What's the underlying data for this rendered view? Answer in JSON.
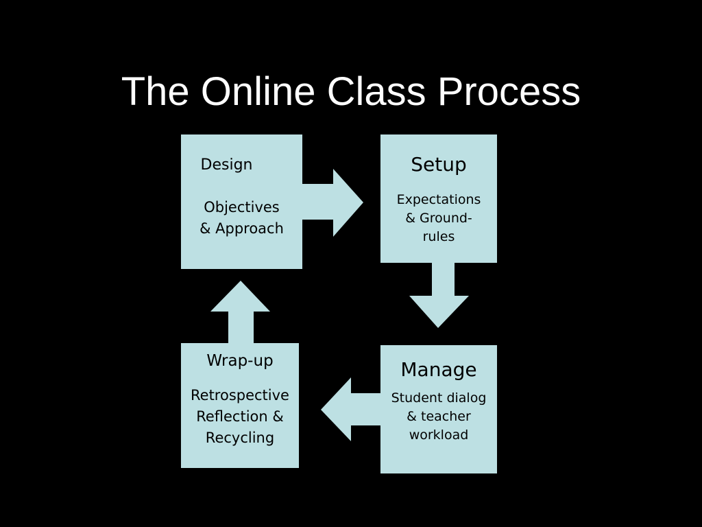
{
  "slide": {
    "title": "The Online Class Process"
  },
  "steps": {
    "design": {
      "heading": "Design",
      "body": "Objectives\n& Approach"
    },
    "setup": {
      "heading": "Setup",
      "body": "Expectations\n& Ground-\nrules"
    },
    "manage": {
      "heading": "Manage",
      "body": "Student dialog\n& teacher\nworkload"
    },
    "wrapup": {
      "heading": "Wrap-up",
      "body": "Retrospective\nReflection &\nRecycling"
    }
  },
  "flow": [
    "Design",
    "Setup",
    "Manage",
    "Wrap-up",
    "Design"
  ],
  "colors": {
    "background": "#000000",
    "box_fill": "#bde0e3",
    "arrow_fill": "#bde0e3",
    "title_text": "#ffffff",
    "box_text": "#000000"
  }
}
